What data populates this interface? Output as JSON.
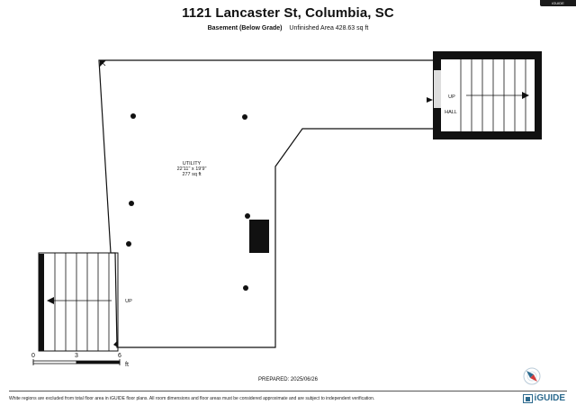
{
  "badge": "iGUIDE",
  "header": {
    "title": "1121 Lancaster St, Columbia, SC",
    "level": "Basement (Below Grade)",
    "area": "Unfinished Area 428.63 sq ft"
  },
  "rooms": {
    "utility": {
      "name": "UTILITY",
      "dimensions": "22'11\" x 19'9\"",
      "area": "277 sq ft"
    },
    "hall": {
      "name": "HALL"
    }
  },
  "stairs": {
    "right_label": "UP",
    "left_label": "UP"
  },
  "scale_bar": {
    "tick_0": "0",
    "tick_3": "3",
    "tick_6": "6",
    "unit": "ft"
  },
  "footer": {
    "prepared": "PREPARED: 2025/06/26",
    "disclaimer": "White regions are excluded from total floor area in iGUIDE floor plans. All room dimensions and floor areas must be considered approximate and are subject to independent verification.",
    "logo": "iGUIDE"
  },
  "colors": {
    "wall": "#111111",
    "brand": "#2c6a8e",
    "compass_red": "#d23a3a"
  },
  "icons": [
    "compass-icon",
    "north-marker-icon",
    "door-arrow-icon",
    "iguide-logo-icon"
  ]
}
